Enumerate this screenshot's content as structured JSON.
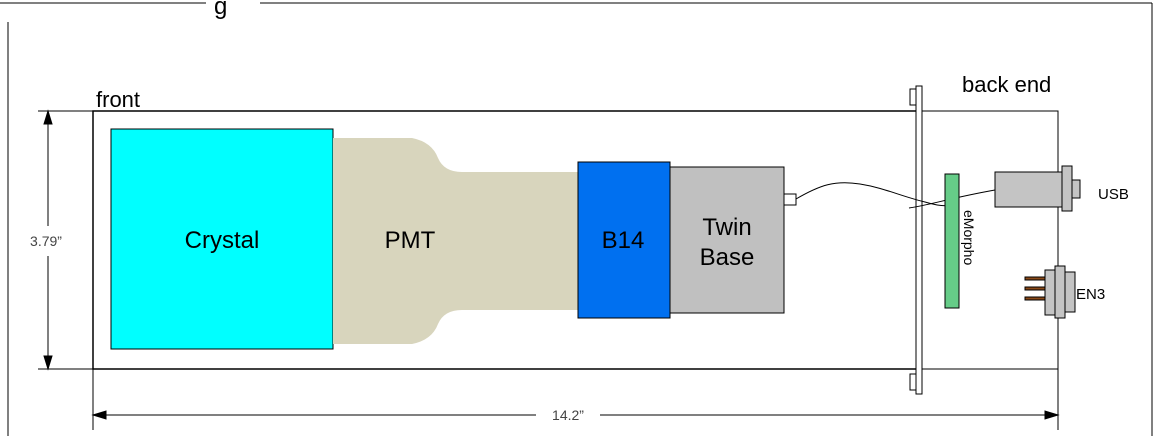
{
  "diagram": {
    "header_fragment": "g",
    "labels": {
      "front": "front",
      "back_end": "back end",
      "usb": "USB",
      "en3": "EN3",
      "emorpho": "eMorpho"
    },
    "components": {
      "crystal": "Crystal",
      "pmt": "PMT",
      "b14": "B14",
      "twin_base_line1": "Twin",
      "twin_base_line2": "Base"
    },
    "dimensions": {
      "height": "3.79”",
      "length": "14.2”"
    },
    "colors": {
      "crystal": "#00ffff",
      "pmt": "#d8d5bd",
      "b14": "#0070f0",
      "twin_base": "#c0c0c0",
      "emorpho": "#66cc88",
      "connector": "#c4c4c4",
      "line": "#000000"
    }
  }
}
